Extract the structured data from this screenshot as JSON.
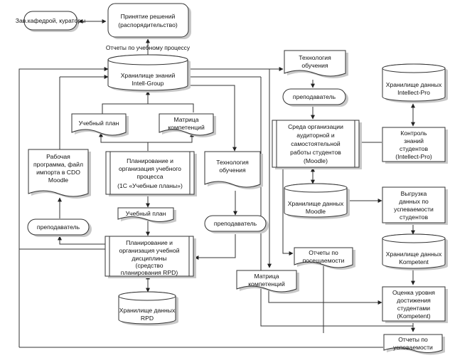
{
  "nodes": {
    "head_of_dept": "Зав.кафедрой, кураторы",
    "decision": [
      "Принятие решений",
      "(распорядительство)"
    ],
    "knowledge_store": [
      "Хранилище знаний",
      "Intell-Group"
    ],
    "curriculum_top": "Учебный план",
    "competency_matrix_top": [
      "Матрица",
      "компетенций"
    ],
    "work_program": [
      "Рабочая",
      "программа, файл",
      "импорта в CDO",
      "Moodle"
    ],
    "planning_process": [
      "Планирование и",
      "организация учебного",
      "процесса",
      "(1С «Учебные планы»)"
    ],
    "teaching_tech_mid": [
      "Технология",
      "обучения"
    ],
    "curriculum_mid": "Учебный план",
    "teacher_left": "преподаватель",
    "teacher_mid": "преподаватель",
    "discipline_planning": [
      "Планирование и",
      "организация учебной",
      "дисциплины",
      "(средство",
      "планирования RPD)"
    ],
    "rpd_store": [
      "Хранилище данных",
      "RPD"
    ],
    "teaching_tech_right": [
      "Технология",
      "обучения"
    ],
    "teacher_right": "преподаватель",
    "moodle_env": [
      "Среда организации",
      "аудиторной и",
      "самостоятельной",
      "работы студентов",
      "(Moodle)"
    ],
    "moodle_store": [
      "Хранилище данных",
      "Moodle"
    ],
    "intellect_store": [
      "Хранилище данных",
      "Intellect-Pro"
    ],
    "knowledge_control": [
      "Контроль",
      "знаний",
      "студентов",
      "(Intellect-Pro)"
    ],
    "grades_export": [
      "Выгрузка",
      "данных по",
      "успеваемости",
      "студентов"
    ],
    "kompetent_store": [
      "Хранилище данных",
      "Kompetent"
    ],
    "attendance_reports": [
      "Отчеты по",
      "посещаемости"
    ],
    "competency_matrix_low": [
      "Матрица",
      "компетенций"
    ],
    "achievement_eval": [
      "Оценка уровня",
      "достижения",
      "студентами",
      "(Kompetent)"
    ],
    "grade_reports": [
      "Отчеты по",
      "успеваемости"
    ]
  },
  "labels": {
    "learning_reports": "Отчеты по учебному процессу"
  }
}
